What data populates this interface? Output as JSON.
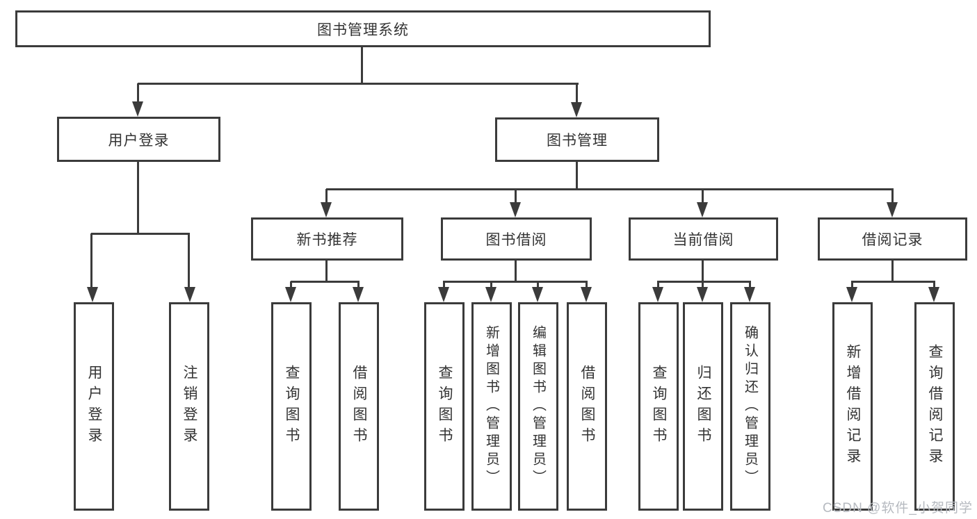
{
  "diagram": {
    "title": "图书管理系统",
    "branches": [
      "用户登录",
      "图书管理"
    ],
    "sections": [
      "新书推荐",
      "图书借阅",
      "当前借阅",
      "借阅记录"
    ],
    "leaves_user_login": [
      "用户登录",
      "注销登录"
    ],
    "leaves_new_book": [
      "查询图书",
      "借阅图书"
    ],
    "leaves_book_borrow": [
      "查询图书",
      "新增图书（管理员）",
      "编辑图书（管理员）",
      "借阅图书"
    ],
    "leaves_current_borrow": [
      "查询图书",
      "归还图书",
      "确认归还（管理员）"
    ],
    "leaves_borrow_record": [
      "新增借阅记录",
      "查询借阅记录"
    ]
  },
  "watermark": {
    "text": "CSDN @软件_小贺同学"
  },
  "colors": {
    "line": "#3b3b3b",
    "text": "#333333",
    "watermark": "#b6bac0"
  }
}
